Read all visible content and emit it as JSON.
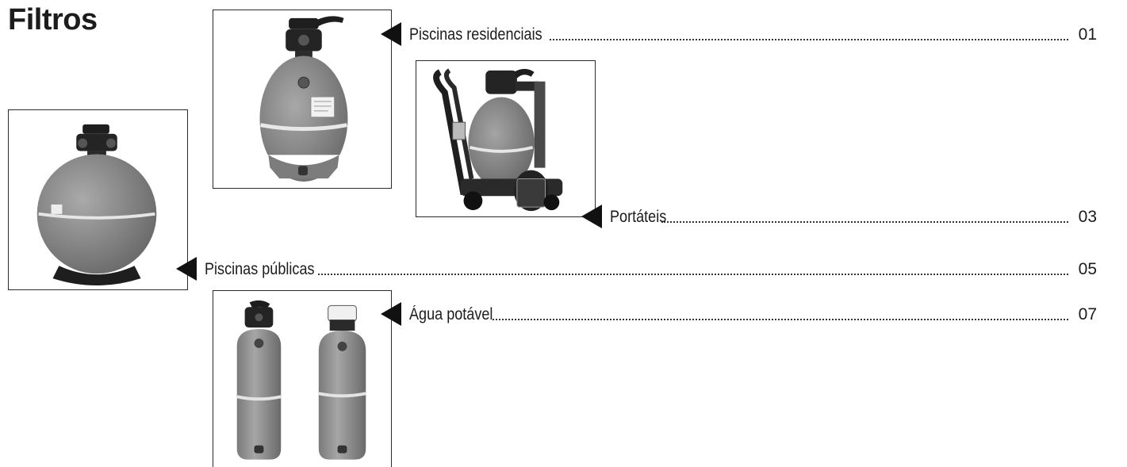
{
  "page": {
    "title": "Filtros"
  },
  "toc": [
    {
      "label": "Piscinas residenciais",
      "page": "01"
    },
    {
      "label": "Portáteis",
      "page": "03"
    },
    {
      "label": "Piscinas públicas",
      "page": "05"
    },
    {
      "label": "Água potável",
      "page": "07"
    }
  ],
  "images": [
    {
      "icon": "residential-filter-photo"
    },
    {
      "icon": "portable-filter-photo"
    },
    {
      "icon": "public-pool-filter-photo"
    },
    {
      "icon": "drinking-water-filters-photo"
    }
  ],
  "colors": {
    "text": "#1c1c1c",
    "arrow": "#111111",
    "tank": "#8a8a8a",
    "valve": "#1e1e1e"
  }
}
